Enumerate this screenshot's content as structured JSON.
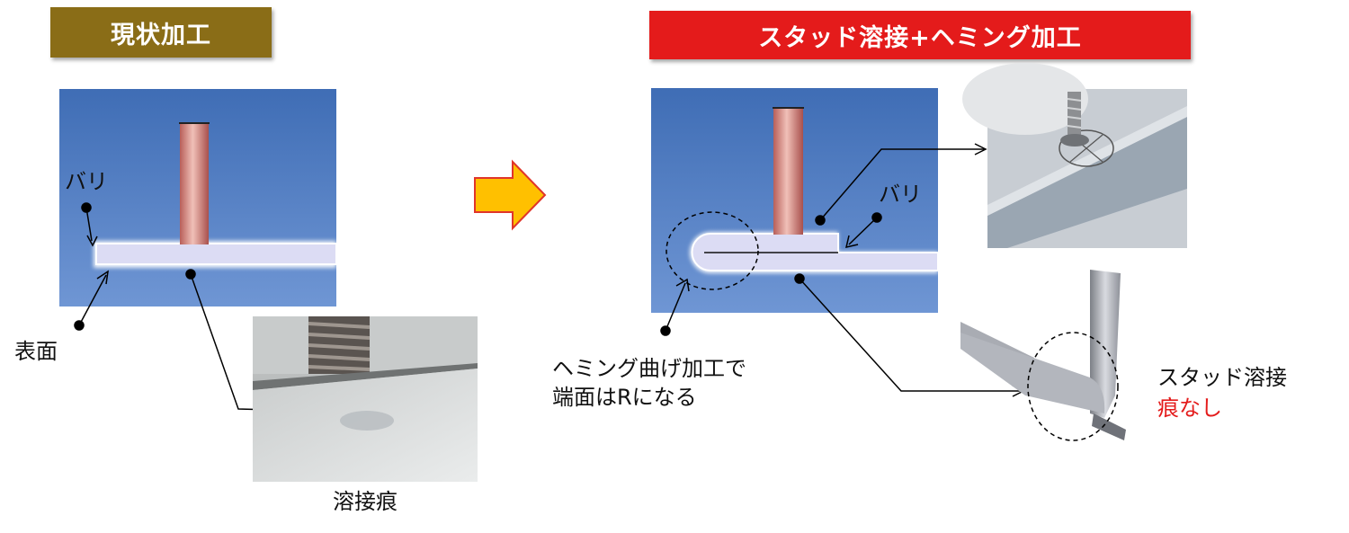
{
  "colors": {
    "banner_left_bg": "#8a6d17",
    "banner_right_bg": "#e41b1b",
    "panel_blue": "#4a77bd",
    "rod": "#c97a73",
    "plate": "#dcdcf4",
    "arrow_fill": "#ffc000",
    "arrow_stroke": "#e0352a",
    "highlight_red": "#e41b1b"
  },
  "left": {
    "banner": "現状加工",
    "label_burr": "バリ",
    "label_surface": "表面",
    "photo_caption": "溶接痕"
  },
  "right": {
    "banner": "スタッド溶接+ヘミング加工",
    "label_burr": "バリ",
    "hemming_line1": "ヘミング曲げ加工で",
    "hemming_line2": "端面はRになる",
    "stud_weld": "スタッド溶接",
    "no_mark": "痕なし"
  }
}
